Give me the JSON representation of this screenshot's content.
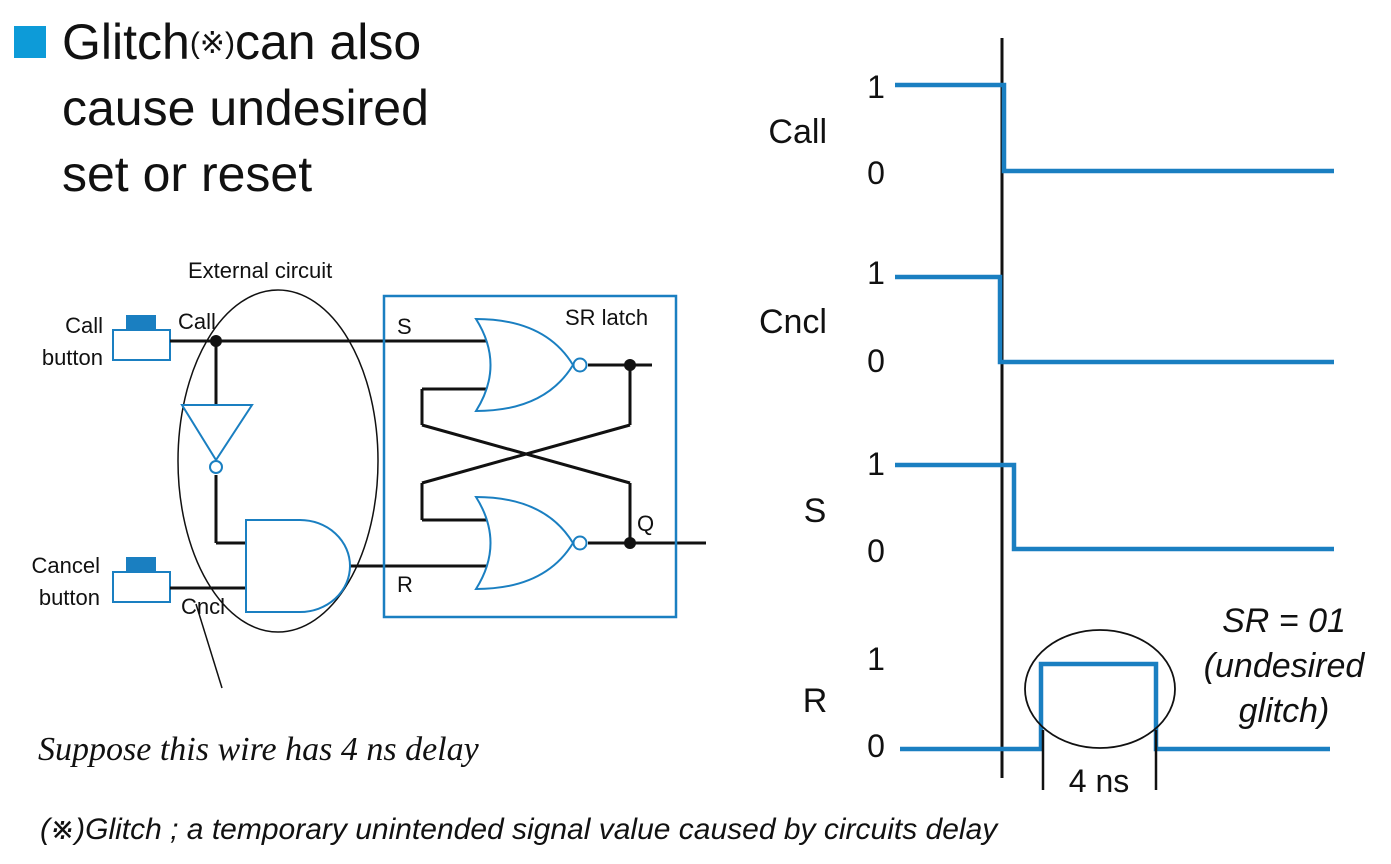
{
  "title": {
    "line1_pre": "Glitch",
    "line1_mark": "(※)",
    "line1_post": "can also",
    "line2": "cause undesired",
    "line3": "set or reset"
  },
  "circuit": {
    "external_circuit_label": "External circuit",
    "call_button_line1": "Call",
    "call_button_line2": "button",
    "cancel_button_line1": "Cancel",
    "cancel_button_line2": "button",
    "call_wire_label": "Call",
    "cncl_wire_label": "Cncl",
    "s_label": "S",
    "r_label": "R",
    "q_label": "Q",
    "sr_latch_label": "SR latch",
    "delay_note": "Suppose this wire has 4 ns delay"
  },
  "timing": {
    "signals": [
      {
        "name": "Call",
        "high": "1",
        "low": "0"
      },
      {
        "name": "Cncl",
        "high": "1",
        "low": "0"
      },
      {
        "name": "S",
        "high": "1",
        "low": "0"
      },
      {
        "name": "R",
        "high": "1",
        "low": "0"
      }
    ],
    "glitch_line1": "SR = 01",
    "glitch_line2": "(undesired",
    "glitch_line3": "glitch)",
    "delay_label": "4 ns"
  },
  "footnote": "(※)Glitch ; a temporary unintended signal value caused by circuits delay",
  "colors": {
    "accent": "#0d9bd8",
    "wave": "#1a7fc1",
    "ink": "#111111"
  }
}
